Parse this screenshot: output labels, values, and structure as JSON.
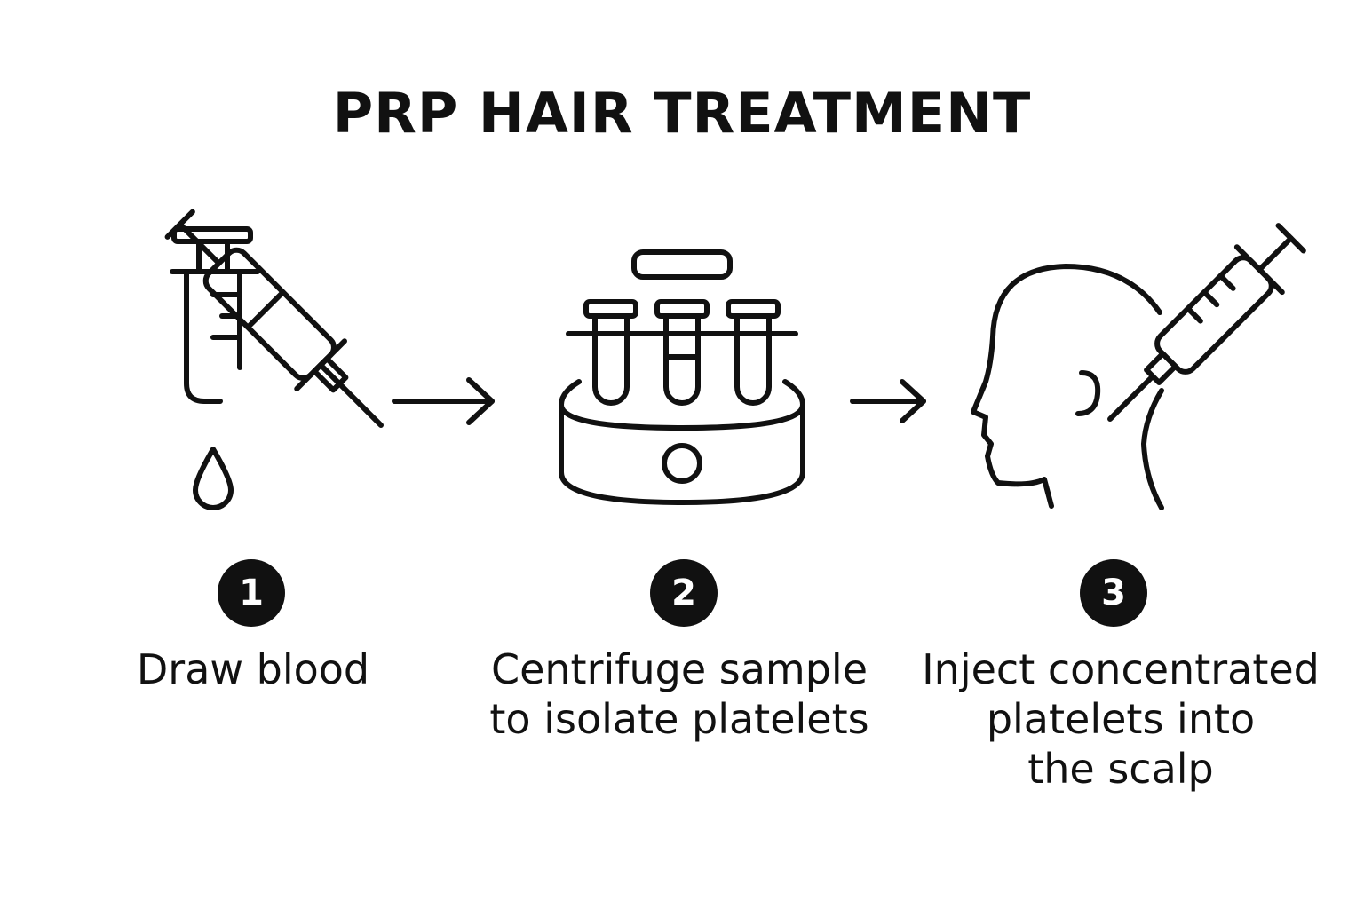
{
  "title": "PRP HAIR TREATMENT",
  "steps": [
    {
      "number": "1",
      "caption": "Draw blood",
      "icon": "syringe-blood-draw-icon"
    },
    {
      "number": "2",
      "caption": "Centrifuge sample\nto isolate platelets",
      "icon": "centrifuge-icon"
    },
    {
      "number": "3",
      "caption": "Inject concentrated\nplatelets into\nthe scalp",
      "icon": "head-injection-icon"
    }
  ],
  "colors": {
    "ink": "#111111",
    "background": "#ffffff"
  }
}
